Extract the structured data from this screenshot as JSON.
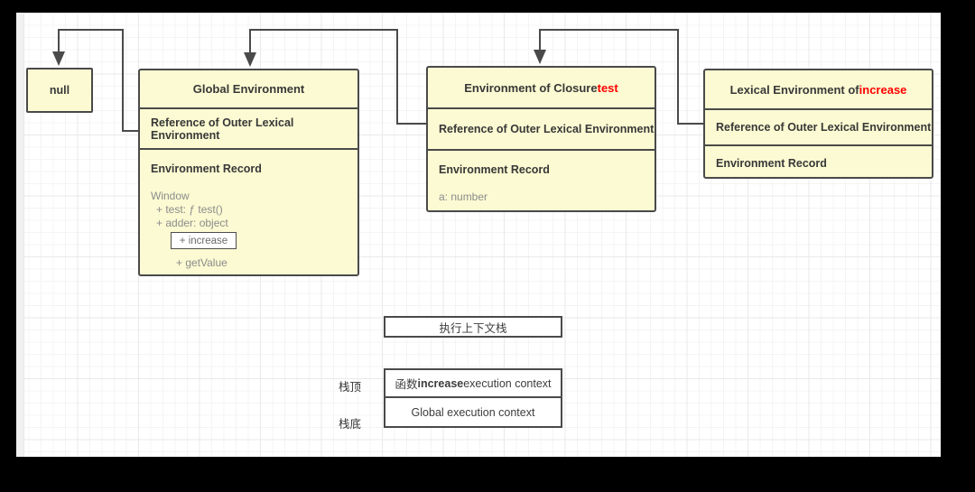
{
  "nodes": {
    "null_box": {
      "label": "null"
    },
    "global": {
      "title": "Global Environment",
      "reference": "Reference of Outer Lexical Environment",
      "record_title": "Environment Record",
      "entry_window": "Window",
      "entry_test": "+ test: ƒ test()",
      "entry_adder": "+ adder: object",
      "chip_increase": "+ increase",
      "entry_getvalue": "+ getValue"
    },
    "closure": {
      "title_prefix": "Environment of Closure ",
      "title_highlight": "test",
      "reference": "Reference of Outer Lexical Environment",
      "record_title": "Environment Record",
      "entry_a": "a: number"
    },
    "increase": {
      "title_prefix": "Lexical Environment of ",
      "title_highlight": "increase",
      "reference": "Reference of Outer Lexical Environment",
      "record_title": "Environment Record"
    }
  },
  "stack": {
    "title": "执行上下文栈",
    "top_label": "栈顶",
    "bottom_label": "栈底",
    "frame_top_prefix": "函数",
    "frame_top_bold": "increase",
    "frame_top_suffix": " execution context",
    "frame_bottom": "Global execution context"
  },
  "colors": {
    "node_fill": "#fbfad2",
    "node_border": "#4a4a4a",
    "highlight_red": "#ff0000",
    "muted_text": "#8c8c8c",
    "dark_text": "#383838",
    "grid_minor": "#f4f4f4",
    "grid_major": "#e9e9e9"
  }
}
